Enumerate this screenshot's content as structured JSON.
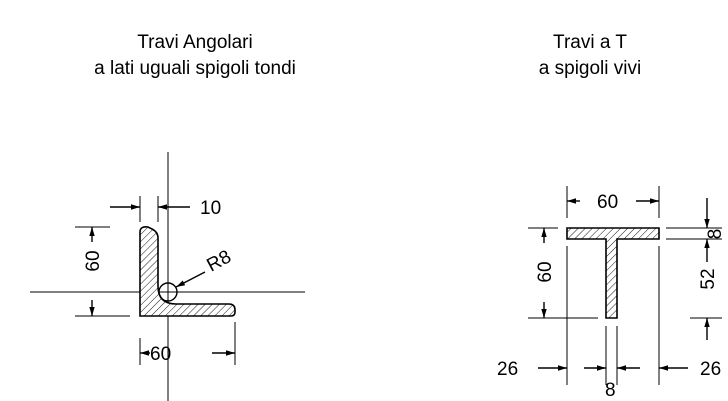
{
  "titles": {
    "angle_line1": "Travi Angolari",
    "angle_line2": "a lati uguali spigoli tondi",
    "tee_line1": "Travi a T",
    "tee_line2": "a spigoli vivi"
  },
  "angle_dims": {
    "thickness": "10",
    "radius": "R8",
    "height": "60",
    "width": "60"
  },
  "tee_dims": {
    "width": "60",
    "height": "60",
    "web_height": "52",
    "flange": "8",
    "left_offset": "26",
    "web": "8",
    "right_offset": "26"
  }
}
